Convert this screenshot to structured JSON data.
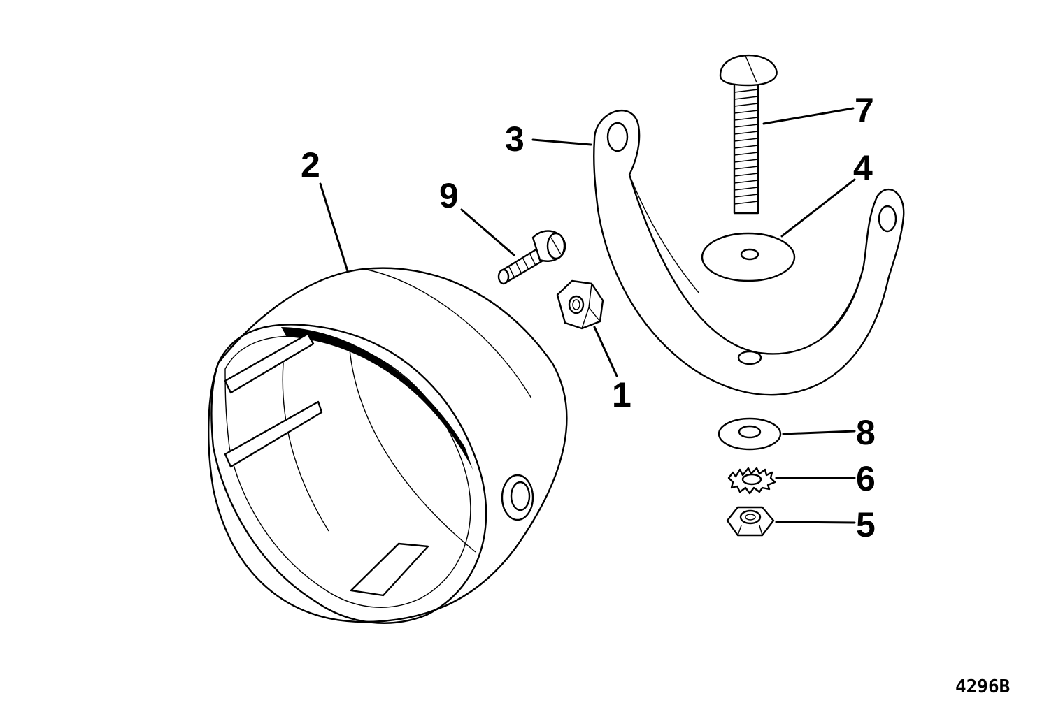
{
  "callouts": {
    "c1": "1",
    "c2": "2",
    "c3": "3",
    "c4": "4",
    "c5": "5",
    "c6": "6",
    "c7": "7",
    "c8": "8",
    "c9": "9"
  },
  "figure_code": "4296B"
}
